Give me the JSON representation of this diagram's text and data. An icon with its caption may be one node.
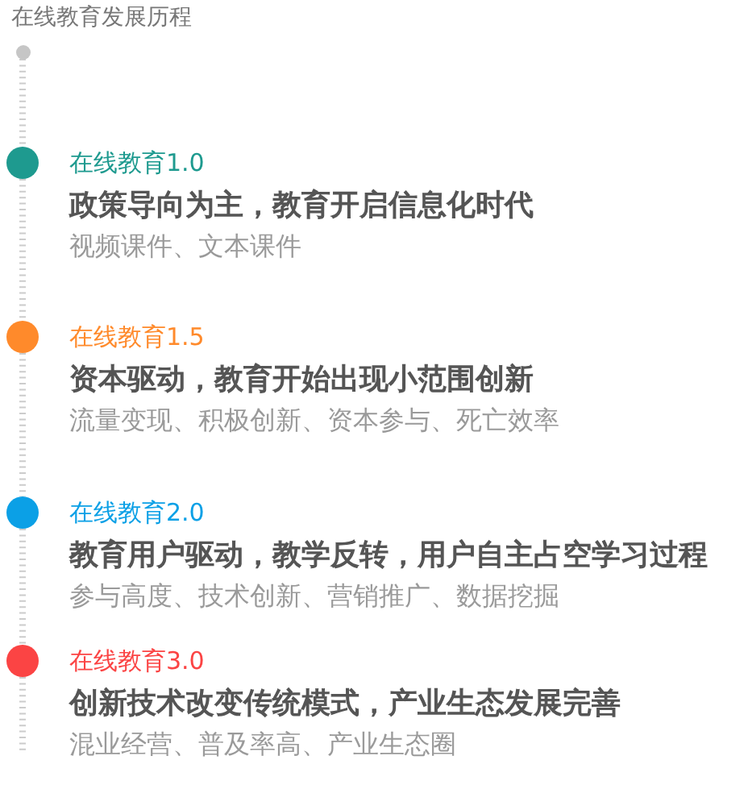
{
  "diagram": {
    "title": "在线教育发展历程",
    "nodes": [
      {
        "text": [],
        "shape": "circle"
      },
      {
        "text": [],
        "shape": "circle",
        "beside": [
          "在线教育1.0",
          "政策导向为主，教育开启信息化时代",
          "视频课件、文本课件"
        ]
      },
      {
        "text": [],
        "shape": "circle",
        "beside": [
          "在线教育1.5",
          "资本驱动，教育开始出现小范围创新",
          "流量变现、积极创新、资本参与、死亡效率"
        ]
      },
      {
        "text": [],
        "shape": "circle",
        "beside": [
          "在线教育2.0",
          "教育用户驱动，教学反转，用户自主占空学习过程",
          "参与高度、技术创新、营销推广、数据挖掘"
        ]
      },
      {
        "text": [],
        "shape": "circle",
        "beside": [
          "在线教育3.0",
          "创新技术改变传统模式，产业生态发展完善",
          "混业经营、普及率高、产业生态圈"
        ]
      }
    ],
    "edges": [
      {
        "from": 0,
        "to": 1,
        "arrow": "none",
        "style": "dashed"
      },
      {
        "from": 1,
        "to": 2,
        "arrow": "none",
        "style": "dashed"
      },
      {
        "from": 2,
        "to": 3,
        "arrow": "none",
        "style": "dashed"
      },
      {
        "from": 3,
        "to": 4,
        "arrow": "none",
        "style": "dashed"
      },
      {
        "from": 4,
        "to": null,
        "arrow": "none",
        "style": "dashed"
      }
    ]
  }
}
